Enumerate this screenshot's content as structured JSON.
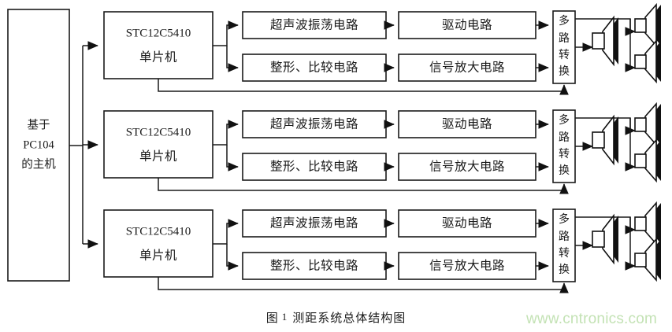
{
  "figure": {
    "caption_prefix": "图",
    "caption_number": "1",
    "caption_text": "测距系统总体结构图",
    "watermark": "www.cntronics.com",
    "background_color": "#ffffff",
    "line_color": "#1a1a1a",
    "watermark_color": "#c3e2b4"
  },
  "host": {
    "line1": "基于",
    "line2": "PC104",
    "line3": "的主机"
  },
  "channels": [
    {
      "index": 1,
      "mcu_line1": "STC12C5410",
      "mcu_line2": "单片机",
      "osc_circuit": "超声波振荡电路",
      "shape_compare_circuit": "整形、比较电路",
      "drive_circuit": "驱动电路",
      "amplify_circuit": "信号放大电路",
      "mux_chars": [
        "多",
        "路",
        "转",
        "换"
      ],
      "transducer_count": 3
    },
    {
      "index": 2,
      "mcu_line1": "STC12C5410",
      "mcu_line2": "单片机",
      "osc_circuit": "超声波振荡电路",
      "shape_compare_circuit": "整形、比较电路",
      "drive_circuit": "驱动电路",
      "amplify_circuit": "信号放大电路",
      "mux_chars": [
        "多",
        "路",
        "转",
        "换"
      ],
      "transducer_count": 3
    },
    {
      "index": 3,
      "mcu_line1": "STC12C5410",
      "mcu_line2": "单片机",
      "osc_circuit": "超声波振荡电路",
      "shape_compare_circuit": "整形、比较电路",
      "drive_circuit": "驱动电路",
      "amplify_circuit": "信号放大电路",
      "mux_chars": [
        "多",
        "路",
        "转",
        "换"
      ],
      "transducer_count": 3
    }
  ],
  "icons": {
    "transducer": "ultrasonic-transducer-icon",
    "arrow": "arrow-head-icon"
  }
}
